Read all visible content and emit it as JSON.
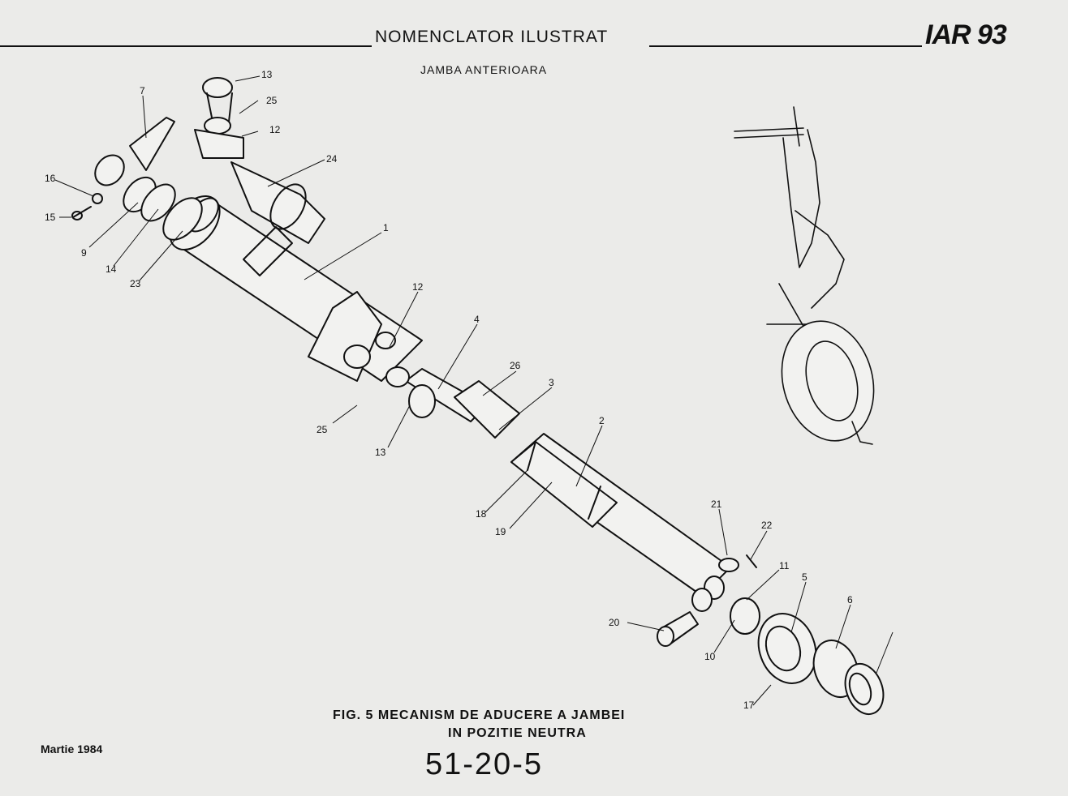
{
  "header": {
    "title": "NOMENCLATOR ILUSTRAT",
    "logo": "IAR 93",
    "subtitle": "JAMBA ANTERIOARA"
  },
  "caption": {
    "line1": "FIG. 5 MECANISM DE ADUCERE A JAMBEI",
    "line2": "IN POZITIE NEUTRA"
  },
  "footer": {
    "date": "Martie 1984",
    "figure_number": "51-20-5"
  },
  "callouts": [
    "1",
    "2",
    "3",
    "4",
    "5",
    "6",
    "7",
    "9",
    "10",
    "11",
    "12",
    "12",
    "13",
    "13",
    "14",
    "15",
    "16",
    "17",
    "18",
    "19",
    "20",
    "21",
    "22",
    "23",
    "24",
    "25",
    "25",
    "26"
  ]
}
